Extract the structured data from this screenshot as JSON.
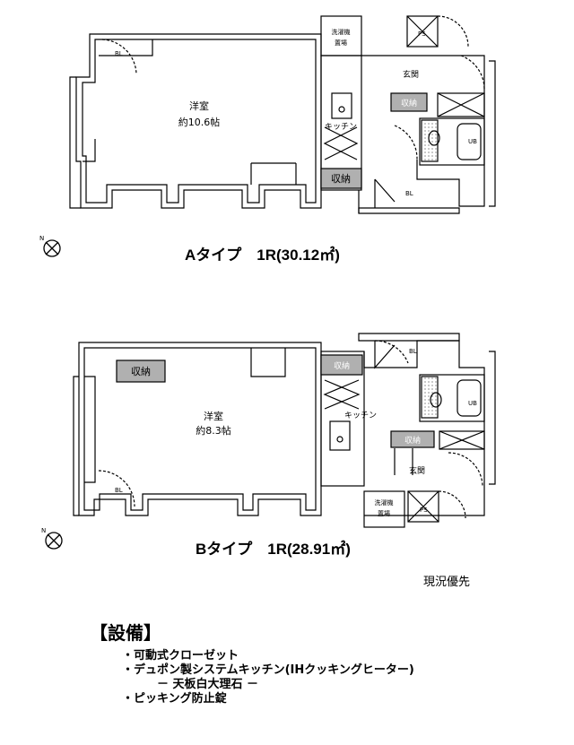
{
  "plan_a": {
    "room_label": "洋室",
    "room_size": "約10.6帖",
    "kitchen": "キッチン",
    "storage": "収納",
    "storage_entry": "収納",
    "entrance": "玄関",
    "laundry_line1": "洗濯機",
    "laundry_line2": "置場",
    "ub": "UB",
    "bl_top": "BL",
    "bl_bottom": "BL",
    "ps": "PS",
    "title": "Aタイプ　1R(30.12㎡)",
    "north": "N"
  },
  "plan_b": {
    "room_label": "洋室",
    "room_size": "約8.3帖",
    "kitchen": "キッチン",
    "storage_room": "収納",
    "storage_kitchen": "収納",
    "storage_entry": "収納",
    "entrance": "玄関",
    "laundry_line1": "洗濯機",
    "laundry_line2": "置場",
    "ub": "UB",
    "bl_top": "BL",
    "bl_bottom": "BL",
    "ps": "PS",
    "title": "Bタイプ　1R(28.91㎡)",
    "north": "N"
  },
  "condition_note": "現況優先",
  "equipment": {
    "heading": "【設備】",
    "items": [
      "・可動式クローゼット",
      "・デュポン製システムキッチン(IHクッキングヒーター)",
      "　　　－ 天板白大理石 －",
      "・ピッキング防止錠"
    ]
  }
}
